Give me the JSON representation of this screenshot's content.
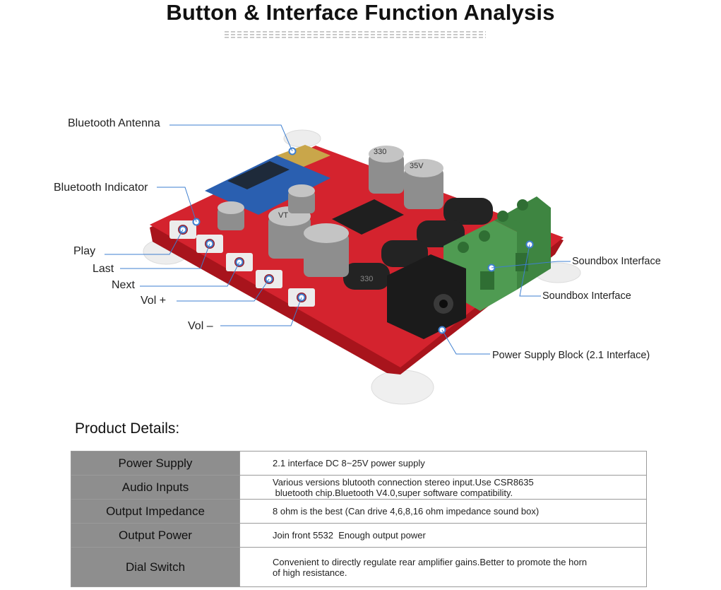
{
  "title": "Button & Interface Function Analysis",
  "callouts": {
    "bluetooth_antenna": "Bluetooth Antenna",
    "bluetooth_indicator": "Bluetooth Indicator",
    "play": "Play",
    "last": "Last",
    "next": "Next",
    "vol_up": "Vol +",
    "vol_down": "Vol –",
    "soundbox_1": "Soundbox Interface",
    "soundbox_2": "Soundbox Interface",
    "power_block": "Power Supply Block (2.1 Interface)"
  },
  "board_labels": {
    "cap_marking_1": "330",
    "cap_marking_2": "35V",
    "cap_marking_3": "VT",
    "inductor_marking": "330"
  },
  "product_details": {
    "heading": "Product Details:",
    "rows": [
      {
        "key": "Power Supply",
        "value_lines": [
          "2.1 interface DC 8~25V power supply"
        ]
      },
      {
        "key": "Audio Inputs",
        "value_lines": [
          "Various versions blutooth connection stereo input.Use CSR8635",
          " bluetooth chip.Bluetooth V4.0,super software compatibility."
        ]
      },
      {
        "key": "Output Impedance",
        "value_lines": [
          "8 ohm is the best (Can drive 4,6,8,16 ohm impedance sound box)"
        ]
      },
      {
        "key": "Output Power",
        "value_lines": [
          "Join front 5532  Enough output power"
        ]
      },
      {
        "key": "Dial Switch",
        "value_lines": [
          "Convenient to directly regulate rear amplifier gains.Better to promote the horn",
          "of high resistance."
        ]
      }
    ]
  },
  "colors": {
    "pcb_red": "#d4232e",
    "terminal_green": "#4f9b52",
    "table_header_gray": "#8e8e8e",
    "callout_line_blue": "#3e7fd0"
  }
}
